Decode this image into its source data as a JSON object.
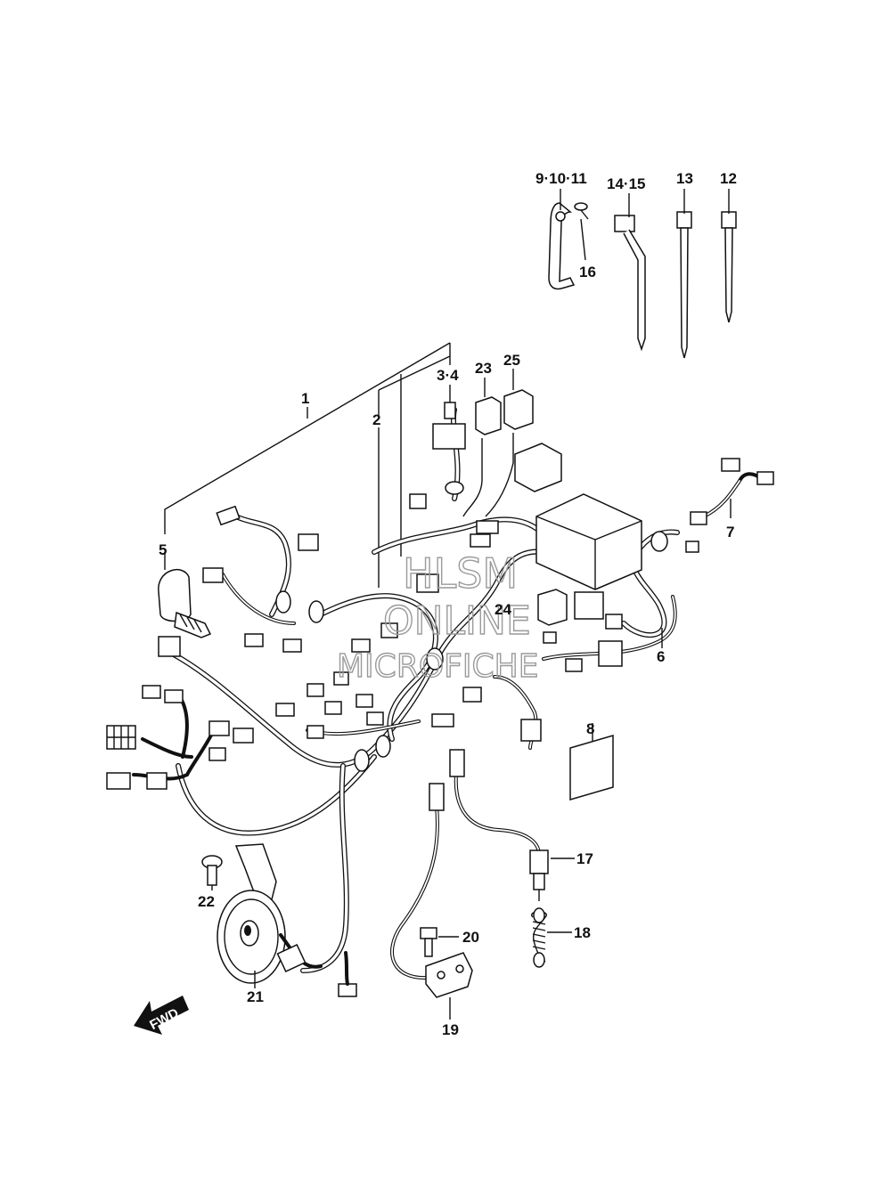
{
  "diagram": {
    "callouts": {
      "c1": "1",
      "c2": "2",
      "c3_4": "3·4",
      "c5": "5",
      "c6": "6",
      "c7": "7",
      "c8": "8",
      "c9_10_11": "9·10·11",
      "c12": "12",
      "c13": "13",
      "c14_15": "14·15",
      "c16": "16",
      "c17": "17",
      "c18": "18",
      "c19": "19",
      "c20": "20",
      "c21": "21",
      "c22": "22",
      "c23": "23",
      "c24": "24",
      "c25": "25"
    },
    "fwd_label": "FWD",
    "watermark": {
      "line1": "HLSM",
      "line2": "ONLINE",
      "line3": "MICROFICHE"
    }
  }
}
